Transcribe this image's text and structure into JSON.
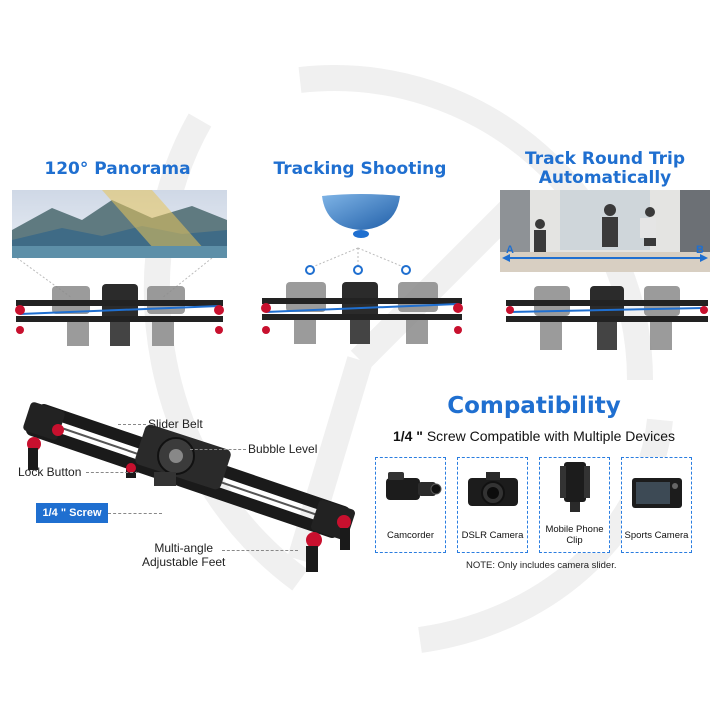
{
  "panels": {
    "panorama": {
      "title": "120° Panorama"
    },
    "tracking": {
      "title": "Tracking Shooting"
    },
    "round_trip": {
      "title": "Track Round Trip Automatically",
      "label_a": "A",
      "label_b": "B"
    }
  },
  "callouts": {
    "slider_belt": "Slider Belt",
    "bubble_level": "Bubble Level",
    "lock_button": "Lock Button",
    "screw": "1/4 \" Screw",
    "feet_line1": "Multi-angle",
    "feet_line2": "Adjustable Feet"
  },
  "compatibility": {
    "title": "Compatibility",
    "subtitle_bold": "1/4 \"",
    "subtitle_rest": " Screw Compatible with Multiple Devices",
    "devices": [
      {
        "label": "Camcorder",
        "icon": "camcorder-icon"
      },
      {
        "label": "DSLR Camera",
        "icon": "dslr-camera-icon"
      },
      {
        "label": "Mobile Phone Clip",
        "icon": "phone-clip-icon"
      },
      {
        "label": "Sports Camera",
        "icon": "sports-camera-icon"
      }
    ],
    "note": "NOTE: Only includes camera slider."
  },
  "colors": {
    "accent": "#1f6fd0",
    "rail": "#222222",
    "foot_red": "#c8102e",
    "watermark": "#f1f1f1"
  }
}
